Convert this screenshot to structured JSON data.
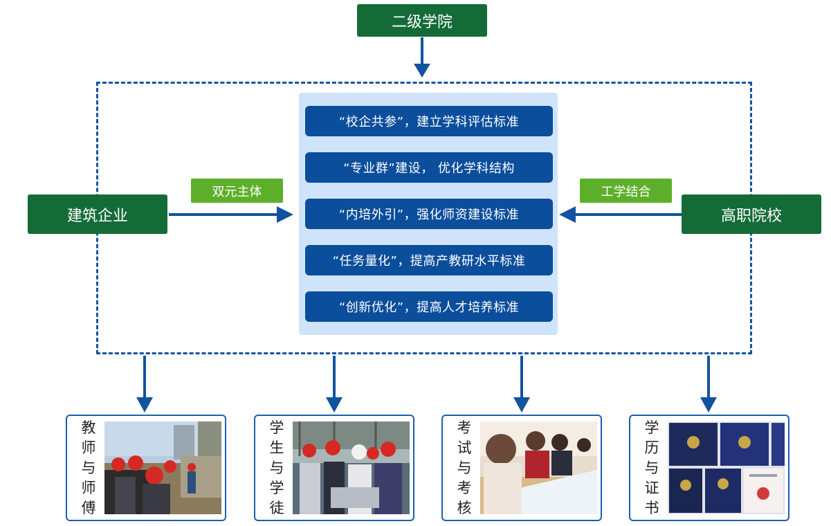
{
  "top_node": {
    "label": "二级学院"
  },
  "left_node": {
    "label": "建筑企业",
    "tag": "双元主体"
  },
  "right_node": {
    "label": "高职院校",
    "tag": "工学结合"
  },
  "center_items": [
    "“校企共参”，建立学科评估标准",
    "“专业群”建设， 优化学科结构",
    "“内培外引”，强化师资建设标准",
    "“任务量化”，提高产教研水平标准",
    "“创新优化”，提高人才培养标准"
  ],
  "outputs": [
    {
      "chars": [
        "教",
        "师",
        "与",
        "师",
        "傅"
      ],
      "photo": "construction-site-photo"
    },
    {
      "chars": [
        "学",
        "生",
        "与",
        "学",
        "徒"
      ],
      "photo": "students-hardhats-photo"
    },
    {
      "chars": [
        "考",
        "试",
        "与",
        "考",
        "核"
      ],
      "photo": "exam-students-photo"
    },
    {
      "chars": [
        "学",
        "历",
        "与",
        "证",
        "书"
      ],
      "photo": "certificates-photo"
    }
  ],
  "colors": {
    "dark_green": "#156b38",
    "light_green": "#5daf2a",
    "navy": "#0b4e9c",
    "panel_blue": "#cfe4fb",
    "arrow_blue": "#12539f"
  }
}
